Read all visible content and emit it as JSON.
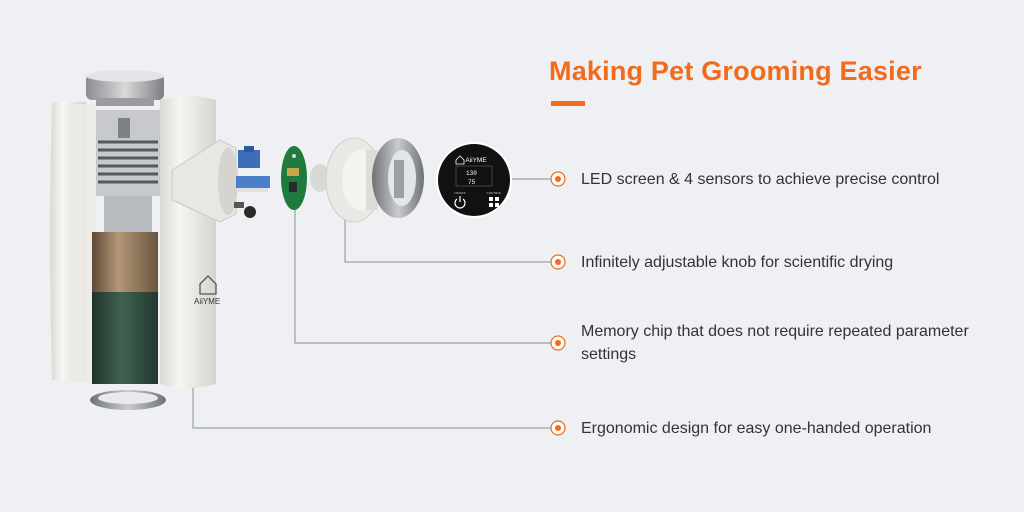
{
  "headline": {
    "title": "Making Pet Grooming Easier"
  },
  "colors": {
    "accent": "#f26a1b",
    "background": "#eef0f3",
    "text": "#333333",
    "leader_line": "#8a8e94",
    "device_white": "#f1f0ec",
    "heat_core_bronze": "#8c7357",
    "heat_core_green": "#2d4a3c",
    "pcb_green": "#1f7a3e",
    "screen_black": "#111111"
  },
  "device": {
    "brand_label": "AiiYME",
    "screen": {
      "brand": "AiiYME",
      "left_label": "ON/OFF",
      "right_label": "CONTROL",
      "readout_top": "130",
      "readout_bottom": "75"
    }
  },
  "features": [
    {
      "text": "LED screen & 4 sensors to achieve precise control"
    },
    {
      "text": "Infinitely adjustable knob for scientific drying"
    },
    {
      "text": "Memory chip that does not require repeated parameter settings"
    },
    {
      "text": "Ergonomic design for easy one-handed operation"
    }
  ],
  "icons": {
    "power": "power-icon",
    "grid": "grid-icon",
    "home": "home-logo-icon",
    "bullet": "bullet-dot-icon"
  }
}
